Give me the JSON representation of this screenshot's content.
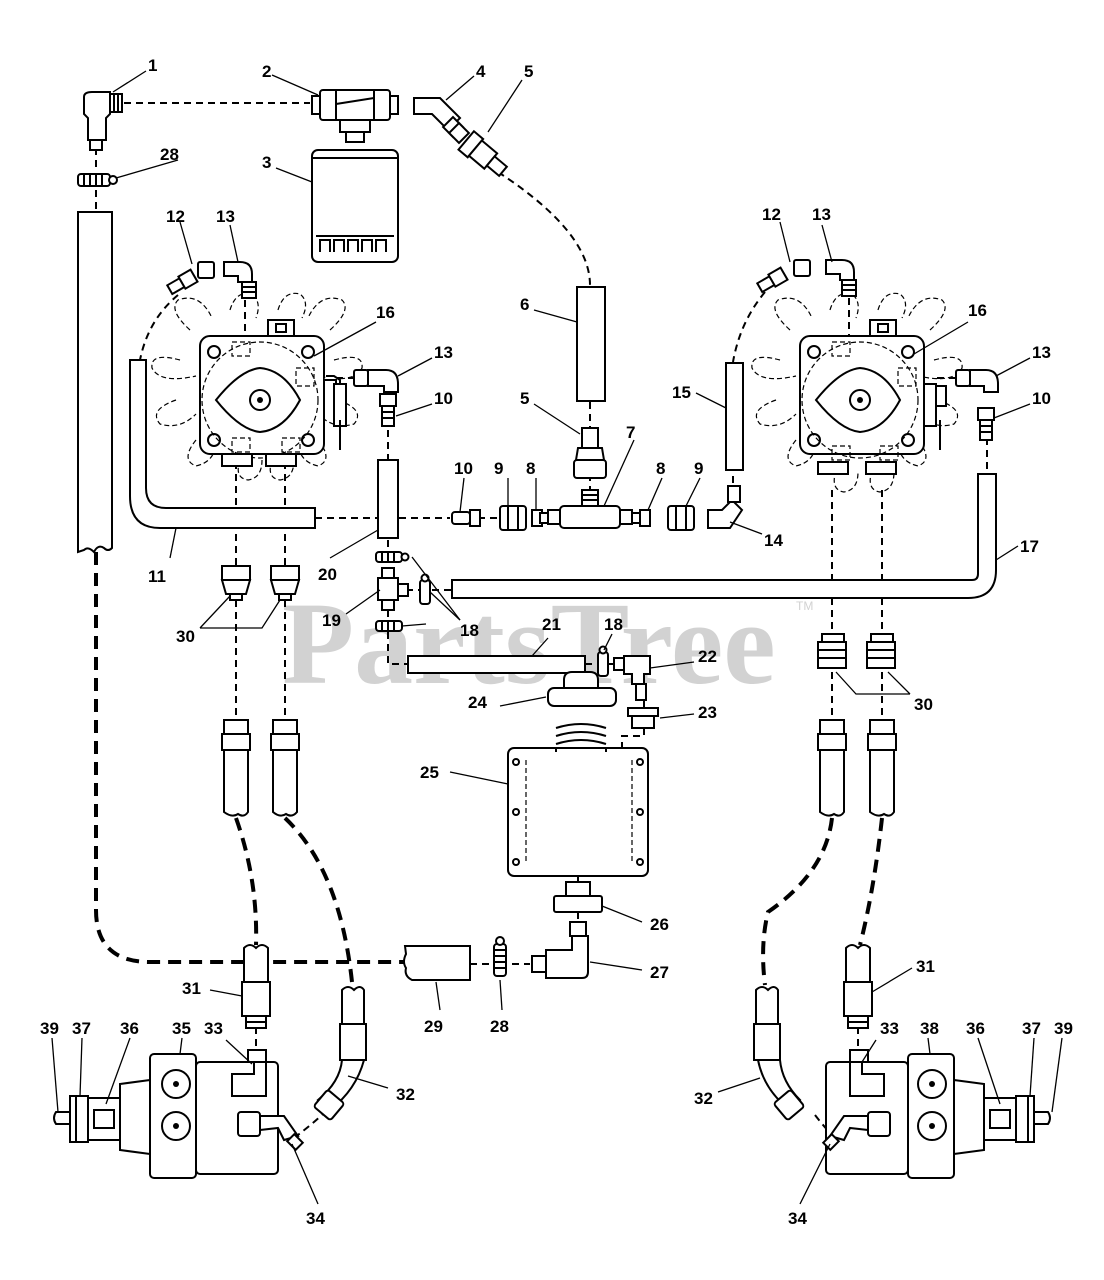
{
  "diagram": {
    "watermark": "PartsTree",
    "trademark": "TM",
    "callouts": {
      "c1": "1",
      "c2": "2",
      "c3": "3",
      "c4": "4",
      "c5a": "5",
      "c5b": "5",
      "c6": "6",
      "c7": "7",
      "c8a": "8",
      "c8b": "8",
      "c9a": "9",
      "c9b": "9",
      "c10a": "10",
      "c10b": "10",
      "c10c": "10",
      "c11": "11",
      "c12a": "12",
      "c12b": "12",
      "c13a": "13",
      "c13b": "13",
      "c13c": "13",
      "c13d": "13",
      "c14": "14",
      "c15": "15",
      "c16a": "16",
      "c16b": "16",
      "c17": "17",
      "c18a": "18",
      "c18b": "18",
      "c19": "19",
      "c20": "20",
      "c21": "21",
      "c22": "22",
      "c23": "23",
      "c24": "24",
      "c25": "25",
      "c26": "26",
      "c27": "27",
      "c28a": "28",
      "c28b": "28",
      "c29": "29",
      "c30a": "30",
      "c30b": "30",
      "c31a": "31",
      "c31b": "31",
      "c32a": "32",
      "c32b": "32",
      "c33a": "33",
      "c33b": "33",
      "c34a": "34",
      "c34b": "34",
      "c35": "35",
      "c36a": "36",
      "c36b": "36",
      "c37a": "37",
      "c37b": "37",
      "c38": "38",
      "c39a": "39",
      "c39b": "39"
    }
  }
}
